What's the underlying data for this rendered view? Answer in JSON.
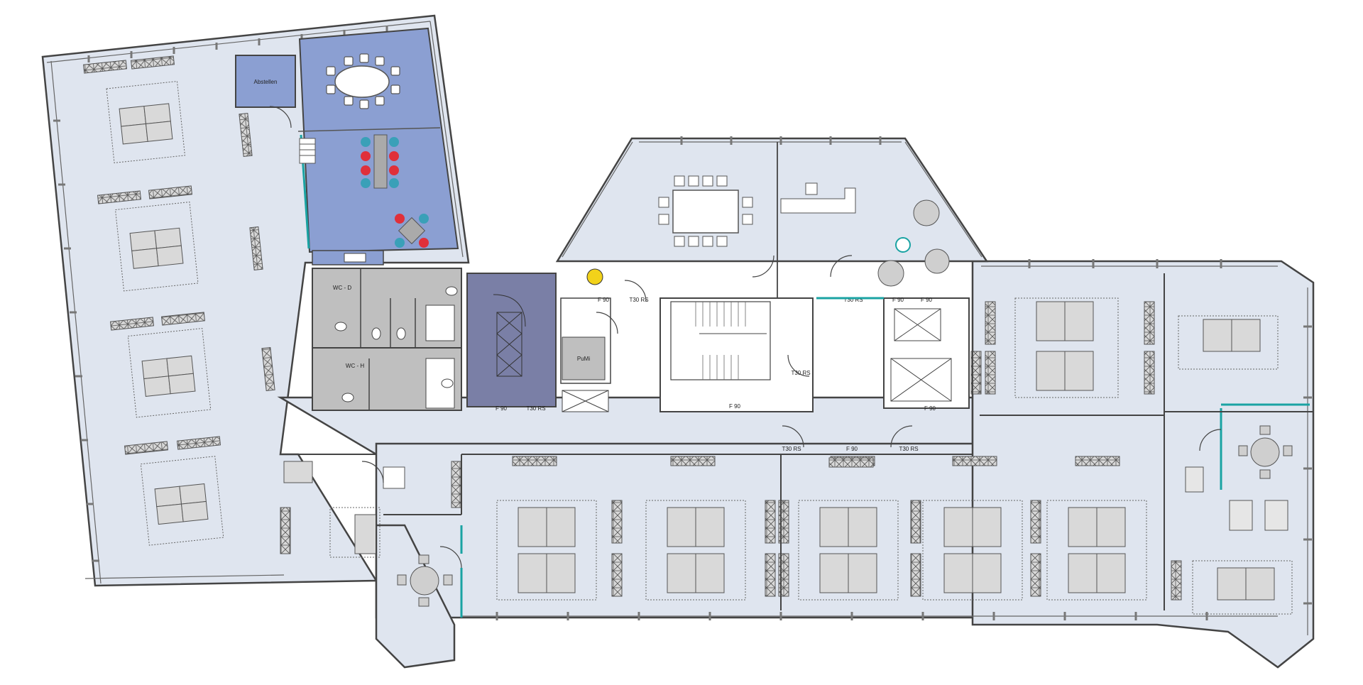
{
  "labels": {
    "abstellen": "Abstellen",
    "wc_d": "WC - D",
    "wc_h": "WC - H",
    "pumi": "PuMi",
    "f90": "F 90",
    "t30rs": "T30 RS"
  },
  "colors": {
    "floor": "#dfe5ef",
    "meeting_room": "#8b9fd2",
    "shaft": "#7a7fa6",
    "sanitary": "#bfbfbf",
    "wall": "#444444",
    "glass": "#1aa3a3",
    "desk": "#d9d9d9",
    "chair_red": "#e0303a",
    "chair_teal": "#3aa0b8"
  }
}
